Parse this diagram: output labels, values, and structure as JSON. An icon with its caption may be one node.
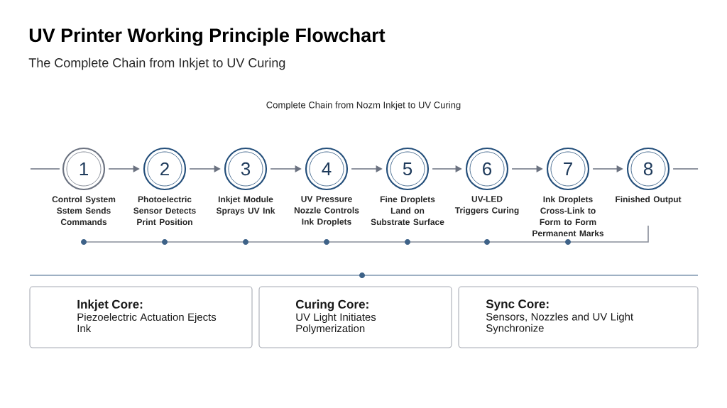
{
  "diagram": {
    "title": "UV Printer Working Principle Flowchart",
    "nodes": [
      {
        "text": [
          "1"
        ],
        "beside": [
          "Control System Sstem Sends Commands"
        ]
      },
      {
        "text": [
          "2"
        ],
        "beside": [
          "Photoelectric Sensor Detects Print Position"
        ]
      },
      {
        "text": [
          "3"
        ],
        "beside": [
          "Inkjet Module Sprays UV Ink"
        ]
      },
      {
        "text": [
          "4"
        ],
        "beside": [
          "UV Pressure Nozzle Controls Ink Droplets"
        ]
      },
      {
        "text": [
          "5"
        ],
        "beside": [
          "Fine Droplets Land on Substrate Surface"
        ]
      },
      {
        "text": [
          "6"
        ],
        "beside": [
          "UV-LED Triggers Curing"
        ]
      },
      {
        "text": [
          "7"
        ],
        "beside": [
          "Ink Droplets Cross-Link to Form to Form Permanent Marks"
        ]
      },
      {
        "text": [
          "8"
        ],
        "beside": [
          "Finished Output"
        ]
      },
      {
        "text": [
          "Inkjet Core:",
          "Piezoelectric Actuation Ejects Ink"
        ]
      },
      {
        "text": [
          "Curing Core:",
          "UV Light Initiates Polymerization"
        ]
      },
      {
        "text": [
          "Sync Core:",
          "Sensors, Nozzles and UV Light Synchronize"
        ]
      }
    ],
    "edges": [
      {
        "from": null,
        "to": 0,
        "arrow": "none"
      },
      {
        "from": 0,
        "to": 1,
        "arrow": "to"
      },
      {
        "from": 1,
        "to": 2,
        "arrow": "to"
      },
      {
        "from": 2,
        "to": 3,
        "arrow": "to"
      },
      {
        "from": 3,
        "to": 4,
        "arrow": "to"
      },
      {
        "from": 4,
        "to": 5,
        "arrow": "to"
      },
      {
        "from": 5,
        "to": 6,
        "arrow": "to"
      },
      {
        "from": 6,
        "to": 7,
        "arrow": "to"
      },
      {
        "from": 7,
        "to": null,
        "arrow": "none"
      }
    ],
    "labels": [
      "The Complete Chain from Inkjet to UV Curing",
      "Complete Chain from Nozm Inkjet to UV Curing"
    ]
  }
}
